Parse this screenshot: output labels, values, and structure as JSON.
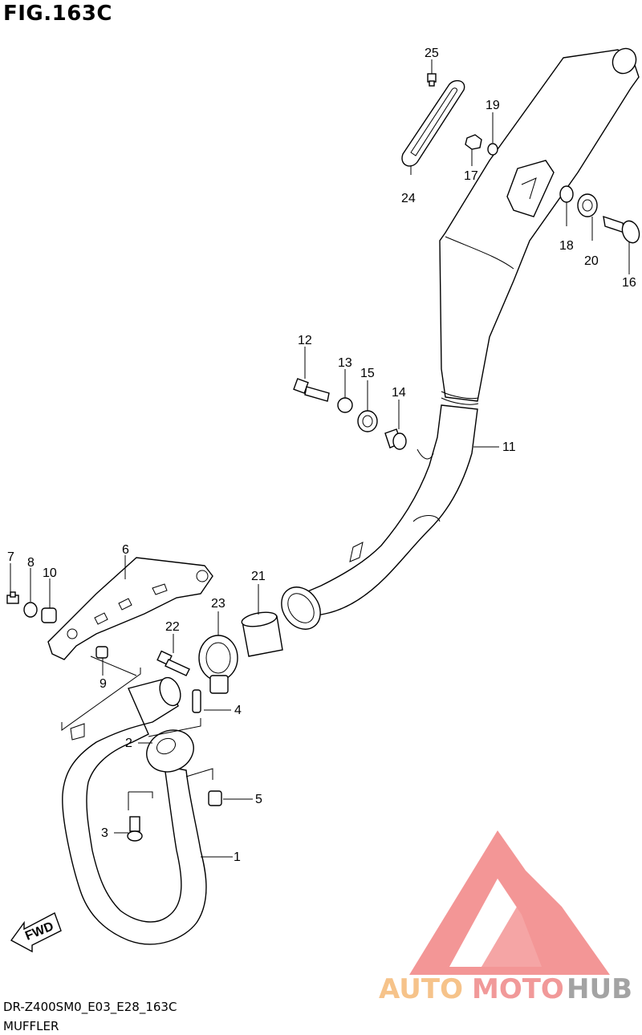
{
  "figure": {
    "title": "FIG.163C"
  },
  "footer": {
    "code": "DR-Z400SM0_E03_E28_163C",
    "name": "MUFFLER"
  },
  "fwd_label": "FWD",
  "watermark": {
    "word1": "AUTO",
    "word2": "MOTO",
    "word3": "HUB",
    "colors": {
      "auto": "#f6bd7e",
      "moto": "#f08f8f",
      "hub": "#9a9a9a",
      "logo": "#f28b8b"
    }
  },
  "callouts": {
    "c1": "1",
    "c2": "2",
    "c3": "3",
    "c4": "4",
    "c5": "5",
    "c6": "6",
    "c7": "7",
    "c8": "8",
    "c9": "9",
    "c10": "10",
    "c11": "11",
    "c12": "12",
    "c13": "13",
    "c14": "14",
    "c15": "15",
    "c16": "16",
    "c17": "17",
    "c18": "18",
    "c19": "19",
    "c20": "20",
    "c21": "21",
    "c22": "22",
    "c23": "23",
    "c24": "24",
    "c25": "25"
  }
}
